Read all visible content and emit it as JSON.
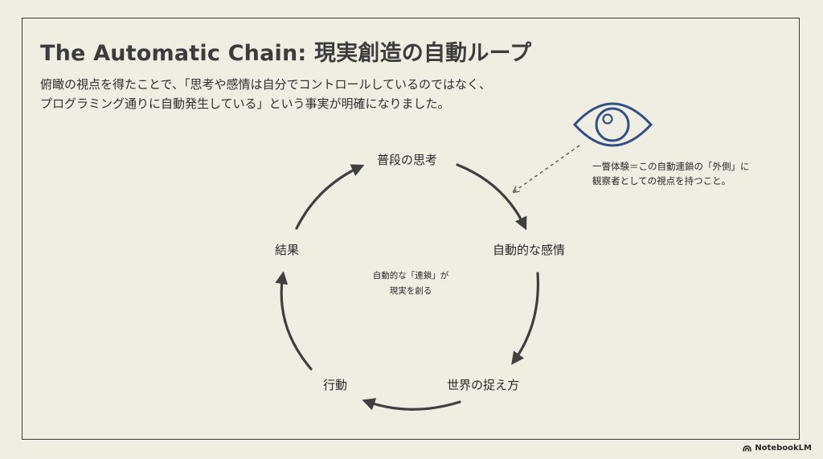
{
  "slide": {
    "title": "The Automatic Chain: 現実創造の自動ループ",
    "subtitle_line1": "俯瞰の視点を得たことで、「思考や感情は自分でコントロールしているのではなく、",
    "subtitle_line2": "プログラミング通りに自動発生している」という事実が明確になりました。"
  },
  "cycle": {
    "nodes": [
      {
        "label": "普段の思考"
      },
      {
        "label": "自動的な感情"
      },
      {
        "label": "世界の捉え方"
      },
      {
        "label": "行動"
      },
      {
        "label": "結果"
      }
    ],
    "center_line1": "自動的な「連鎖」が",
    "center_line2": "現実を創る"
  },
  "observer": {
    "icon": "eye-icon",
    "note_line1": "一瞥体験＝この自動連鎖の「外側」に",
    "note_line2": "観察者としての視点を持つこと。"
  },
  "branding": {
    "label": "NotebookLM",
    "icon": "notebooklm-logo-icon"
  },
  "colors": {
    "background": "#f0ede3",
    "arrow": "#3f3f3f",
    "eye": "#2f4f86"
  }
}
